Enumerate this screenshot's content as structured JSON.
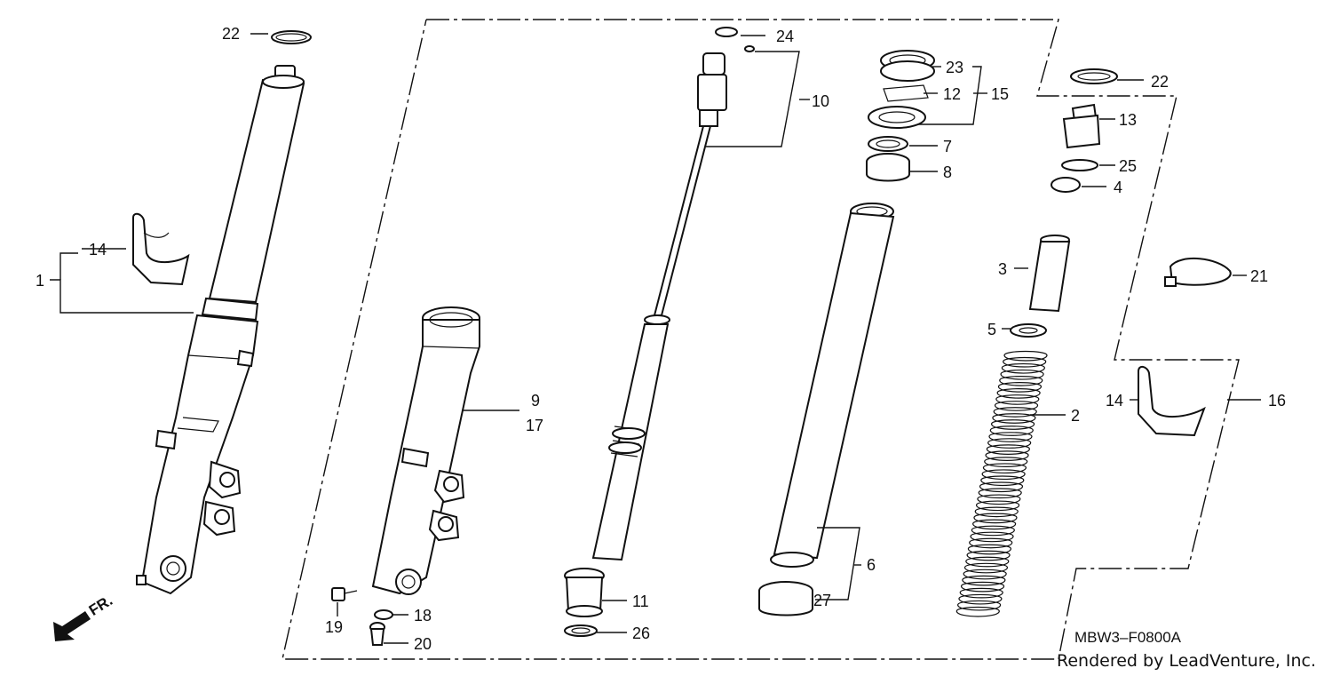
{
  "diagram": {
    "drawing_code": "MBW3–F0800A",
    "credit": "Rendered by LeadVenture, Inc.",
    "direction_label": "FR.",
    "callouts": [
      "22",
      "24",
      "23",
      "12",
      "15",
      "10",
      "22",
      "13",
      "7",
      "8",
      "25",
      "4",
      "14",
      "1",
      "3",
      "21",
      "5",
      "9",
      "17",
      "14",
      "16",
      "2",
      "6",
      "11",
      "27",
      "18",
      "19",
      "26",
      "20"
    ]
  }
}
